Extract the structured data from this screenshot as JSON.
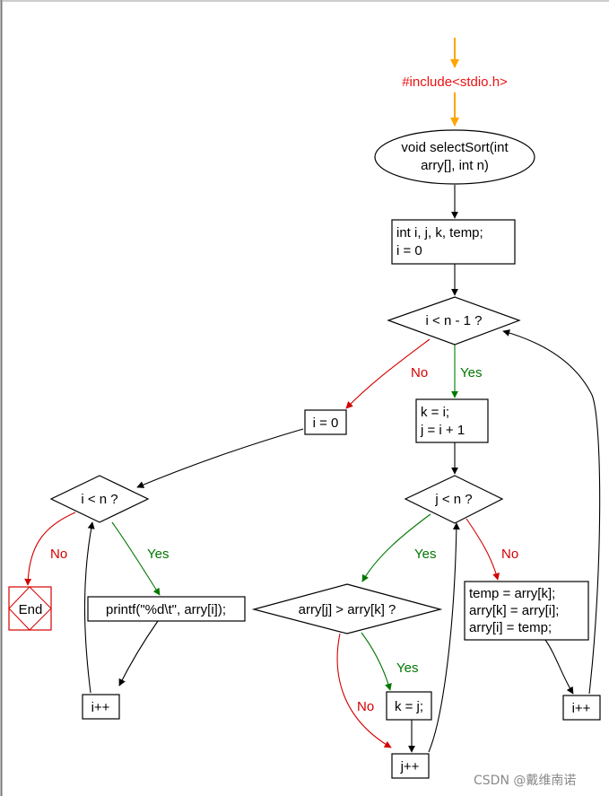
{
  "nodes": {
    "include": "#include<stdio.h>",
    "func_line1": "void selectSort(int",
    "func_line2": "arry[], int n)",
    "decl_line1": "int i, j, k, temp;",
    "decl_line2": "i = 0",
    "cond_outer": "i < n - 1 ?",
    "assign_k_line1": "k = i;",
    "assign_k_line2": "j = i + 1",
    "cond_inner": "j < n ?",
    "cond_compare": "arry[j] > arry[k] ?",
    "set_k": "k = j;",
    "j_inc": "j++",
    "swap_line1": "temp = arry[k];",
    "swap_line2": "arry[k] = arry[i];",
    "swap_line3": "arry[i] = temp;",
    "i_inc_sort": "i++",
    "reset_i": "i = 0",
    "cond_print": "i < n ?",
    "printf": "printf(\"%d\\t\", arry[i]);",
    "i_inc_print": "i++",
    "end": "End"
  },
  "edge_labels": {
    "outer_yes": "Yes",
    "outer_no": "No",
    "inner_yes": "Yes",
    "inner_no": "No",
    "compare_yes": "Yes",
    "compare_no": "No",
    "print_yes": "Yes",
    "print_no": "No"
  },
  "watermark": "CSDN @戴维南诺",
  "colors": {
    "yes": "#007700",
    "no": "#d40000",
    "start": "#ffa500",
    "include_text": "#ee1111",
    "end": "#d40000"
  }
}
